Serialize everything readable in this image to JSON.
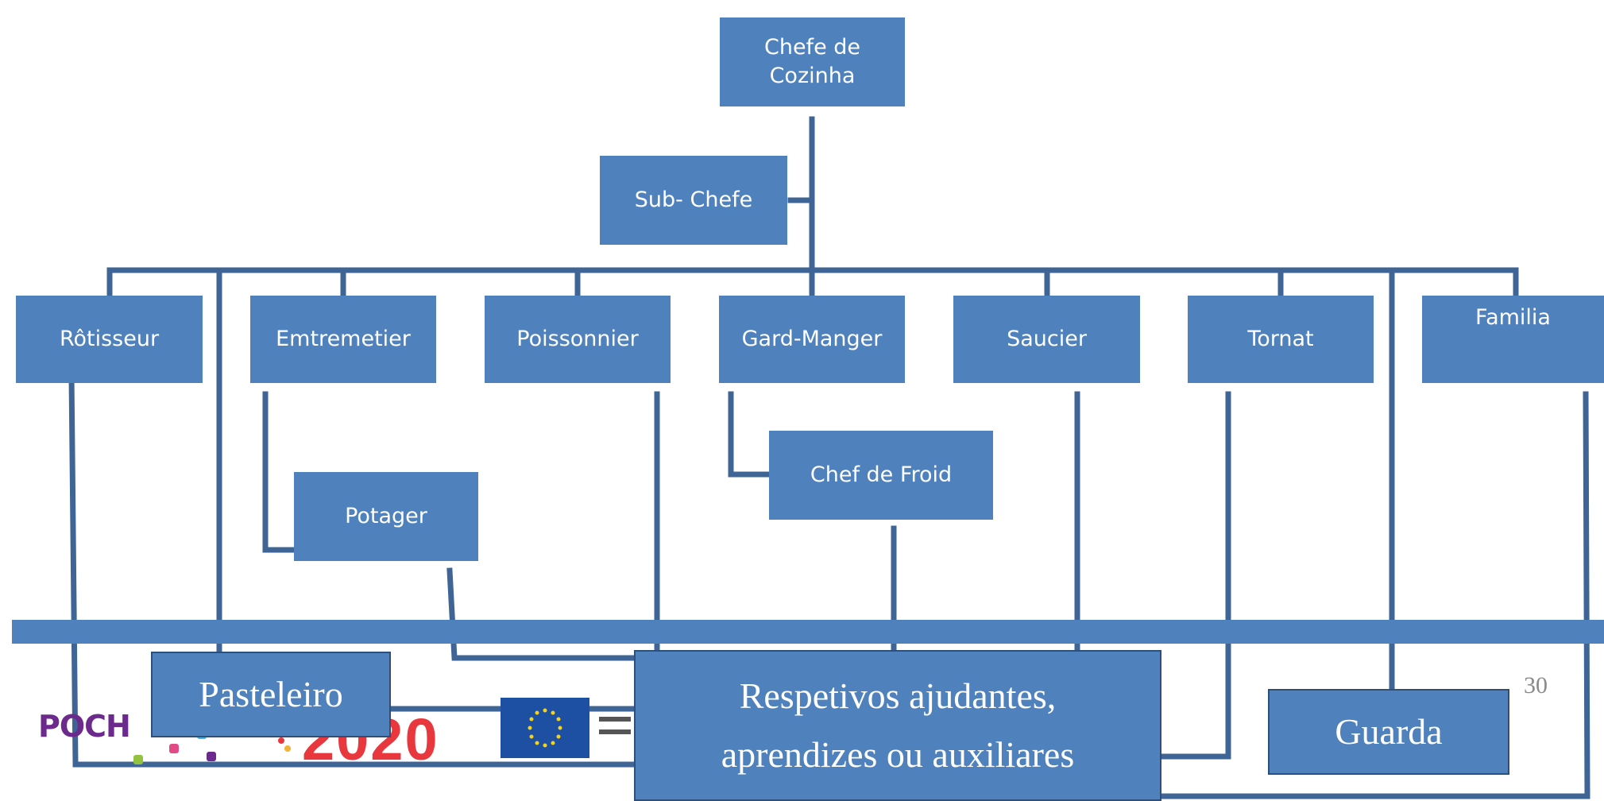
{
  "diagram": {
    "chef_de_cozinha": "Chefe de\nCozinha",
    "sub_chefe": "Sub- Chefe",
    "stations": {
      "rotisseur": "Rôtisseur",
      "entremetier": "Emtremetier",
      "poissonnier": "Poissonnier",
      "gard_manger": "Gard-Manger",
      "saucier": "Saucier",
      "tornat": "Tornat",
      "familia": "Familia"
    },
    "potager": "Potager",
    "chef_de_froid": "Chef de Froid",
    "pasteleiro": "Pasteleiro",
    "respetivos": "Respetivos ajudantes,\naprendizes ou auxiliares",
    "guarda": "Guarda"
  },
  "footer": {
    "page_number": "30",
    "logo_poch": "POCH",
    "logo_2020": "2020"
  },
  "colors": {
    "box_fill": "#4f81bd",
    "connector": "#3e6596",
    "band": "#4f81bd",
    "logo_2020": "#e8383d",
    "eu_flag": "#1d4fa3"
  }
}
